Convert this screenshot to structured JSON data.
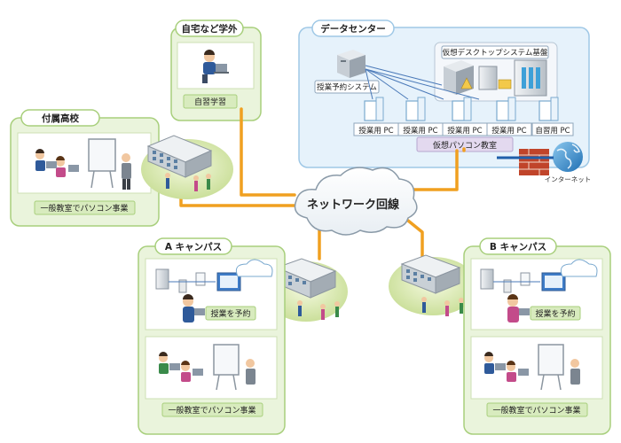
{
  "network": {
    "label": "ネットワーク回線"
  },
  "datacenter": {
    "title": "データセンター",
    "booking_system": "授業予約システム",
    "vdi_platform": "仮想デスクトップシステム基盤",
    "pcs": [
      "授業用 PC",
      "授業用 PC",
      "授業用 PC",
      "授業用 PC",
      "自習用 PC"
    ],
    "virtual_classroom": "仮想パソコン教室",
    "internet": "インターネット"
  },
  "home": {
    "title": "自宅など学外",
    "label": "自習学習"
  },
  "affiliated": {
    "title": "付属高校",
    "label": "一般教室でパソコン事業"
  },
  "campus_a": {
    "title": "A キャンパス",
    "booking": "授業を予約",
    "classroom": "一般教室でパソコン事業"
  },
  "campus_b": {
    "title": "B キャンパス",
    "booking": "授業を予約",
    "classroom": "一般教室でパソコン事業"
  },
  "colors": {
    "line": "#f0a020",
    "panel_green": "#eaf4dc",
    "panel_border": "#a8cf7c",
    "panel_blue": "#e6f2fb",
    "panel_blue_border": "#9fc8e6",
    "label_bg": "#d8ebbe",
    "purple": "#e3d9ef"
  }
}
